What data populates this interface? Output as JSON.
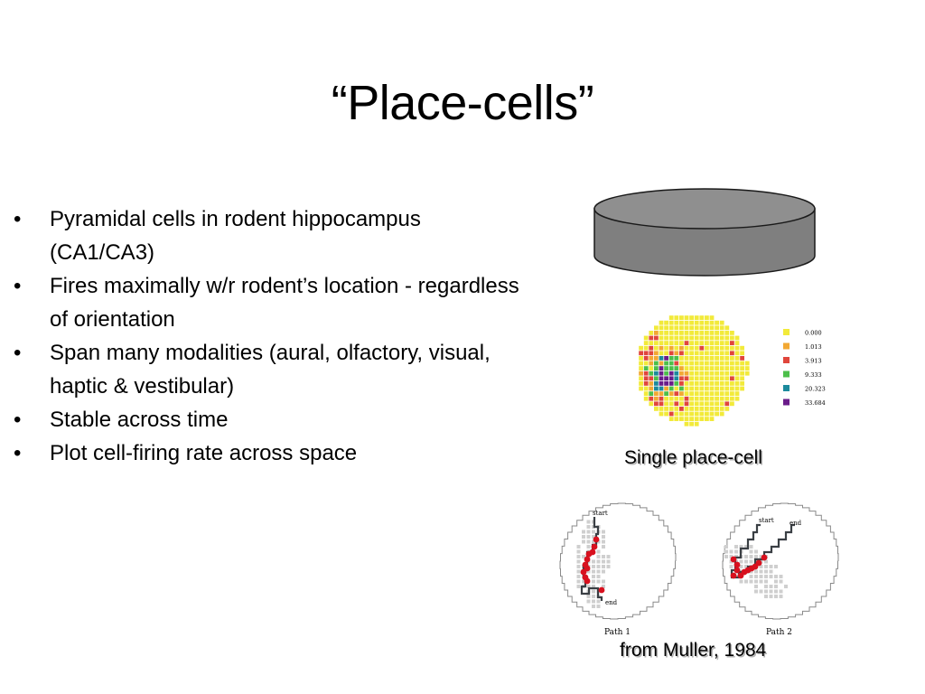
{
  "slide": {
    "title": "“Place-cells”",
    "bullets": [
      "Pyramidal cells in rodent hippocampus (CA1/CA3)",
      "Fires maximally w/r rodent’s location - regardless of orientation",
      "Span many modalities (aural, olfactory, visual, haptic & vestibular)",
      "Stable across time",
      "Plot cell-firing rate across space"
    ],
    "bullet_glyph": "•"
  },
  "heatmap": {
    "legend": [
      {
        "label": "0.000",
        "color": "#f2ea3a"
      },
      {
        "label": "1.013",
        "color": "#f2a833"
      },
      {
        "label": "3.913",
        "color": "#e0463c"
      },
      {
        "label": "9.333",
        "color": "#4cbf4a"
      },
      {
        "label": "20.323",
        "color": "#1c8a9c"
      },
      {
        "label": "33.684",
        "color": "#6a1c8a"
      }
    ],
    "caption": "Single place-cell"
  },
  "paths": {
    "left": {
      "start_label": "start",
      "end_label": "end",
      "path_label": "Path 1"
    },
    "right": {
      "start_label": "start",
      "end_label": "end",
      "path_label": "Path 2"
    },
    "caption": "from Muller, 1984"
  }
}
